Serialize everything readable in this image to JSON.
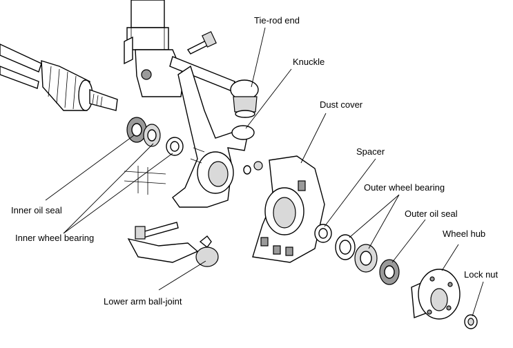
{
  "labels": {
    "tie_rod_end": "Tie-rod end",
    "knuckle": "Knuckle",
    "dust_cover": "Dust cover",
    "spacer": "Spacer",
    "outer_wheel_bearing": "Outer wheel bearing",
    "outer_oil_seal": "Outer oil seal",
    "wheel_hub": "Wheel hub",
    "lock_nut": "Lock nut",
    "inner_oil_seal": "Inner oil seal",
    "inner_wheel_bearing": "Inner wheel bearing",
    "lower_arm_ball_joint": "Lower arm ball-joint"
  }
}
